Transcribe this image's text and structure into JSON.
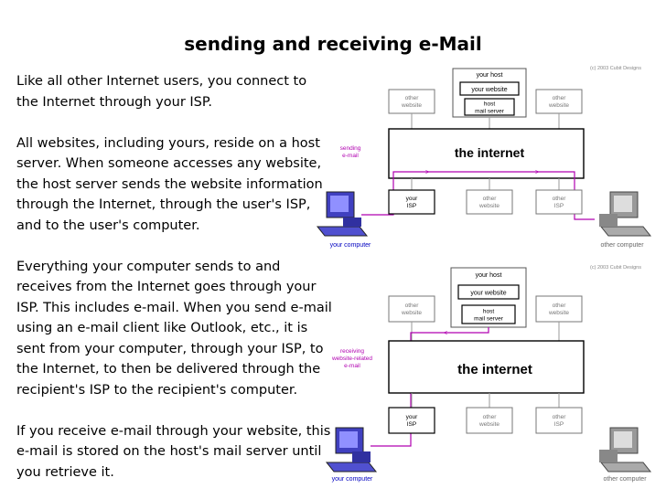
{
  "title": "sending and receiving e-Mail",
  "paragraphs": [
    "Like all other Internet users, you connect to the Internet through your ISP.",
    "All websites, including yours, reside on a host server. When someone accesses any website, the host server sends the website information through the Internet, through the user's ISP, and to the user's computer.",
    "Everything your computer sends to and receives from the Internet goes through your ISP. This includes e-mail. When you send e-mail using an e-mail client like Outlook, etc., it is sent from your computer, through your ISP, to the Internet, to then be delivered through the recipient's ISP to the recipient's computer.",
    "If you receive e-mail through your website, this e-mail is stored on the host's mail server until you retrieve it."
  ],
  "diagram_sending": {
    "copyright": "(c) 2003 Cubit Designs",
    "your_host": "your host",
    "your_website": "your website",
    "host_mail_server": "host mail server",
    "other_website": "other website",
    "internet": "the internet",
    "side_label": "sending e-mail",
    "your_isp": "your ISP",
    "other_isp": "other ISP",
    "your_computer": "your computer",
    "other_computer": "other computer",
    "colors": {
      "path": "#b000b0",
      "label": "#0000c0",
      "box_border": "#555555",
      "grey_text": "#777777"
    }
  },
  "diagram_receiving": {
    "copyright": "(c) 2003 Cubit Designs",
    "your_host": "your host",
    "your_website": "your website",
    "host_mail_server": "host mail server",
    "other_website": "other website",
    "internet": "the internet",
    "side_label": "receiving website-related e-mail",
    "your_isp": "your ISP",
    "other_isp": "other ISP",
    "your_computer": "your computer",
    "other_computer": "other computer",
    "colors": {
      "path": "#b000b0",
      "label": "#0000c0",
      "box_border": "#555555",
      "grey_text": "#777777"
    }
  }
}
